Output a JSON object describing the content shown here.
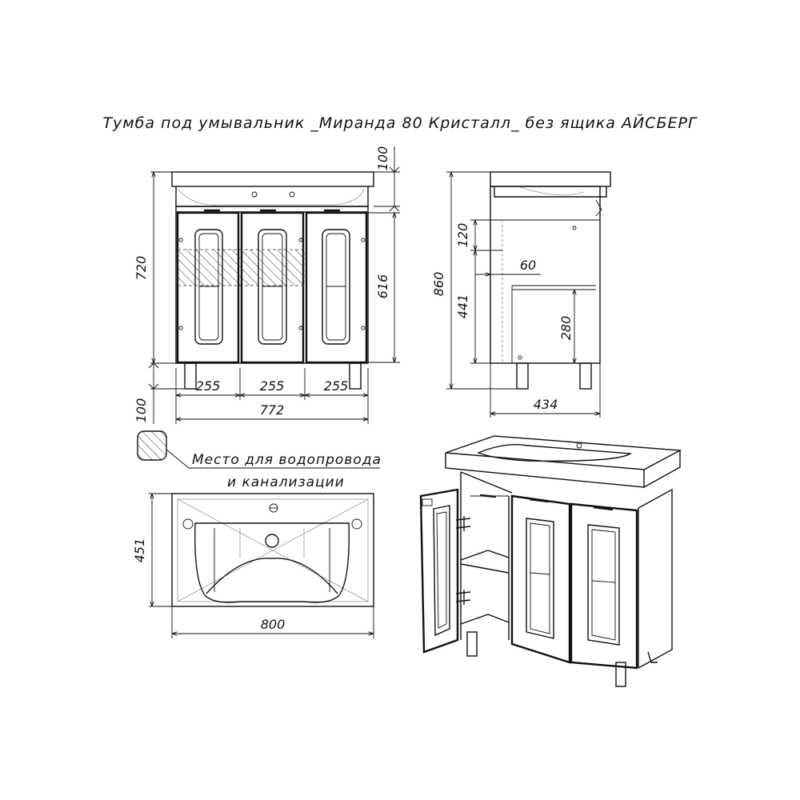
{
  "title": "Тумба под умывальник _Миранда 80 Кристалл_ без ящика АЙСБЕРГ",
  "front_view": {
    "top_height": "100",
    "total_height": "720",
    "door_height": "616",
    "leg_height": "100",
    "door_widths": [
      "255",
      "255",
      "255"
    ],
    "cabinet_width": "772"
  },
  "side_view": {
    "height": "860",
    "upper_zone": "120",
    "niche_depth": "60",
    "lower_zone": "441",
    "shelf_height": "280",
    "depth": "434"
  },
  "legend": {
    "line1": "Место для водопровода",
    "line2": "и канализации"
  },
  "top_view": {
    "depth": "451",
    "width": "800"
  }
}
